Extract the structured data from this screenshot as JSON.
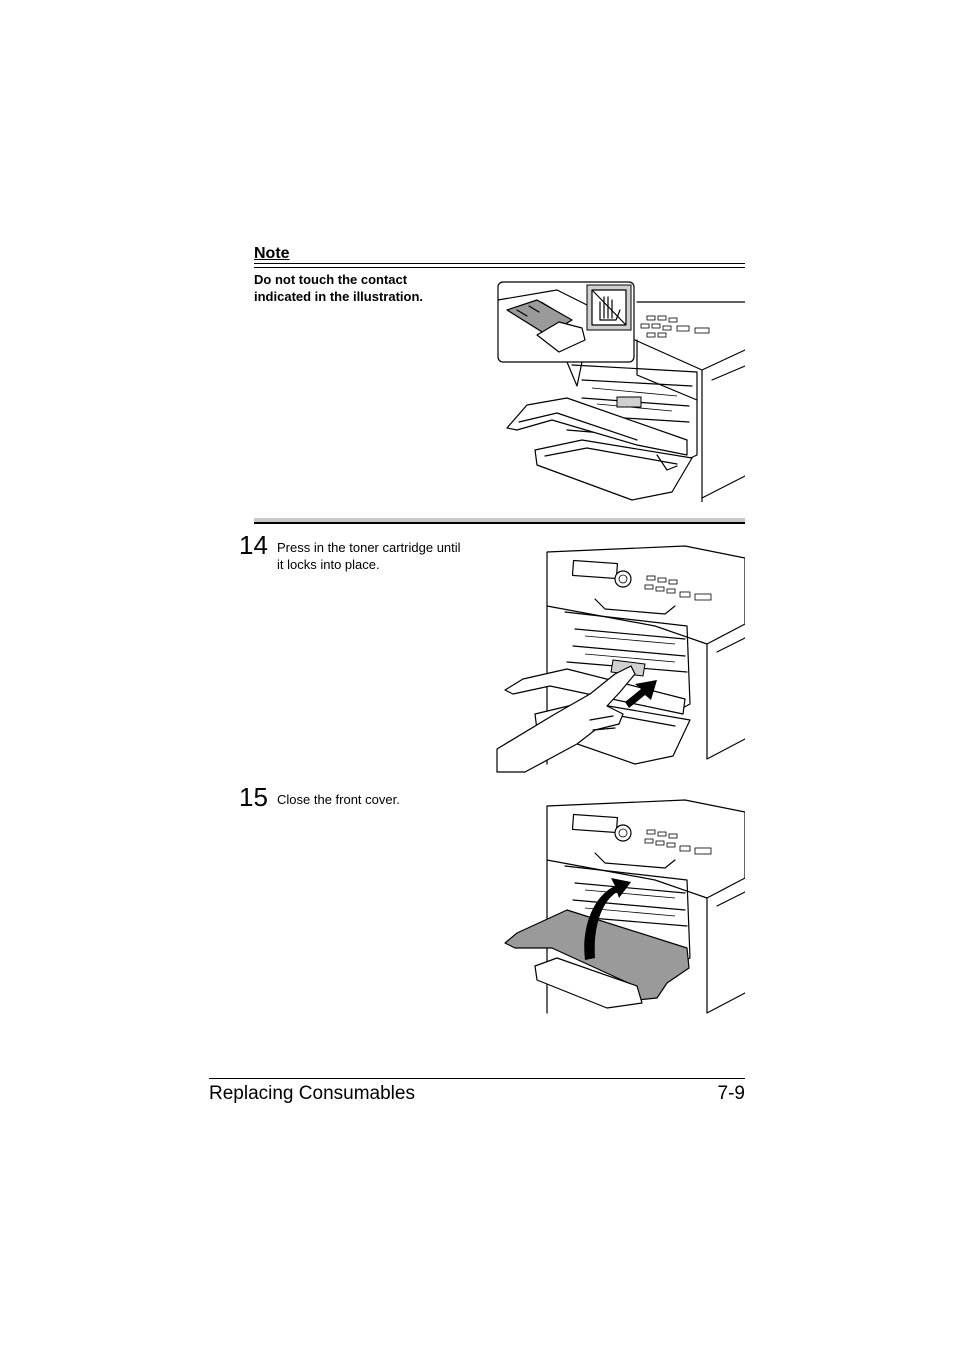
{
  "note": {
    "title": "Note",
    "text_line1": "Do not touch the contact",
    "text_line2": "indicated in the illustration."
  },
  "steps": [
    {
      "number": "14",
      "text_line1": "Press in the toner cartridge until",
      "text_line2": "it locks into place."
    },
    {
      "number": "15",
      "text_line1": "Close the front cover."
    }
  ],
  "footer": {
    "section_title": "Replacing Consumables",
    "page_number": "7-9"
  },
  "icons": {
    "note_illustration": "printer-open-cover-with-contact-do-not-touch-icon",
    "step14_illustration": "hand-pressing-toner-cartridge-arrow-icon",
    "step15_illustration": "printer-closing-front-cover-arrow-icon"
  }
}
